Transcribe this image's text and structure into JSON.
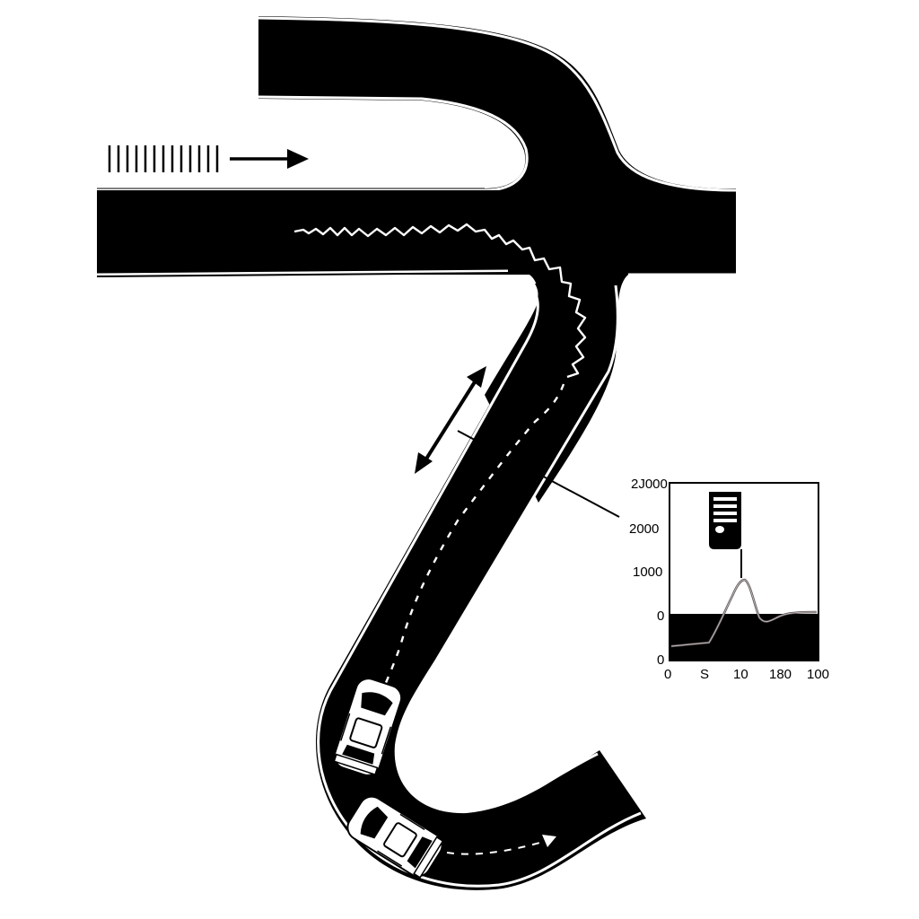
{
  "colors": {
    "road": "#000000",
    "edge_line": "#ffffff",
    "background": "#ffffff",
    "trace": "#5a5050"
  },
  "icons": {
    "direction_arrow": "right-arrow-icon",
    "double_arrow": "double-arrow-icon",
    "car": "car-icon",
    "meter": "traffic-signal-icon"
  },
  "chart_data": {
    "type": "line",
    "y_ticks": [
      "2J000",
      "2000",
      "1000",
      "0",
      "0"
    ],
    "x_ticks": [
      "0",
      "S",
      "10",
      "180",
      "100"
    ],
    "grid": false
  }
}
